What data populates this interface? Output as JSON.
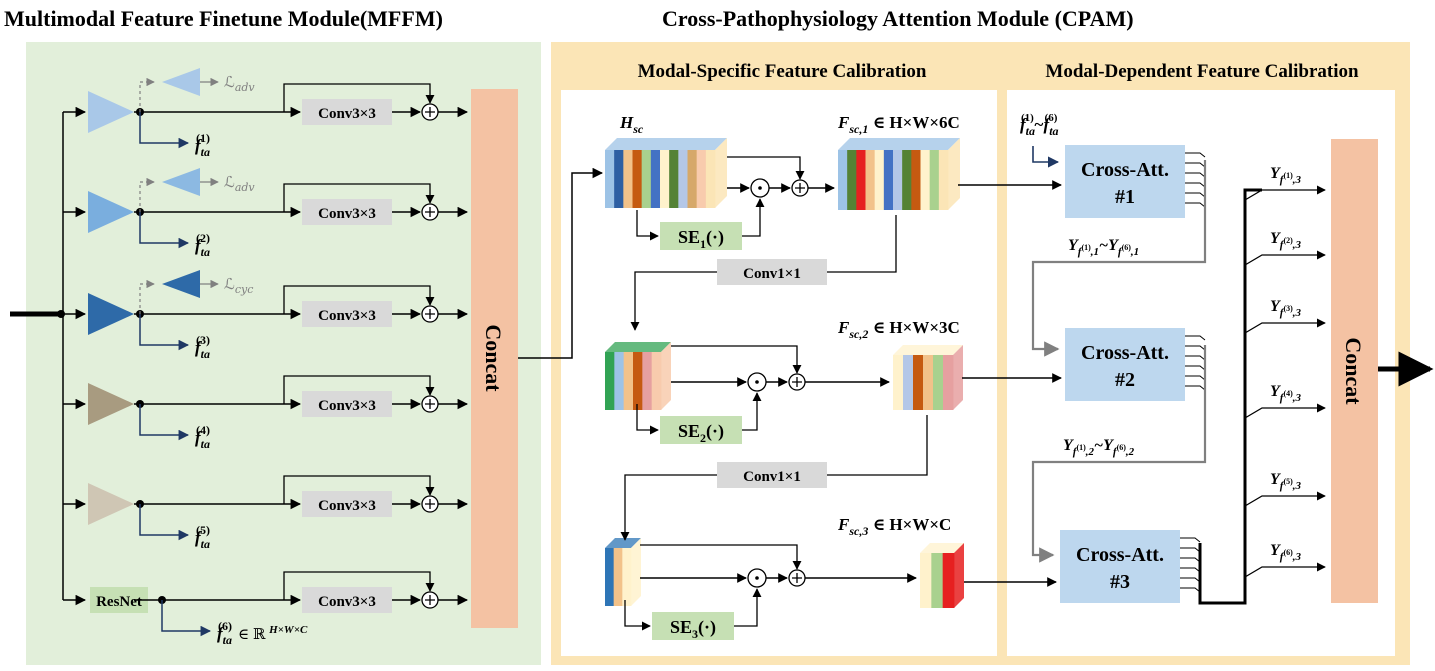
{
  "titles": {
    "mffm": "Multimodal Feature Finetune Module(MFFM)",
    "cpam": "Cross-Pathophysiology Attention Module (CPAM)",
    "msfc": "Modal-Specific Feature Calibration",
    "mdfc": "Modal-Dependent Feature Calibration"
  },
  "mffm": {
    "conv_label": "Conv3×3",
    "plus": "+",
    "concat": "Concat",
    "resnet": "ResNet",
    "loss_adv": "ℒadv",
    "loss_cyc": "ℒcyc",
    "branches": [
      {
        "color": "#a9c8e8",
        "loss": "adv",
        "loss_color": "#a9c8e8",
        "feat": "f",
        "sub": "ta",
        "sup": "(1)"
      },
      {
        "color": "#7aaede",
        "loss": "adv",
        "loss_color": "#8cb9e2",
        "feat": "f",
        "sub": "ta",
        "sup": "(2)"
      },
      {
        "color": "#2e6aa8",
        "loss": "cyc",
        "loss_color": "#2e6aa8",
        "feat": "f",
        "sub": "ta",
        "sup": "(3)"
      },
      {
        "color": "#a89b80",
        "loss": "",
        "loss_color": "",
        "feat": "f",
        "sub": "ta",
        "sup": "(4)"
      },
      {
        "color": "#cfc6b4",
        "loss": "",
        "loss_color": "",
        "feat": "f",
        "sub": "ta",
        "sup": "(5)"
      },
      {
        "color": "",
        "loss": "",
        "loss_color": "",
        "feat": "f",
        "sub": "ta",
        "sup": "(6)",
        "suffix": "∈ ℝ^{H×W×C}"
      }
    ]
  },
  "cpam": {
    "h_sc": "H",
    "h_sc_sub": "sc",
    "se_labels": [
      "SE",
      "SE",
      "SE"
    ],
    "se_subs": [
      "1",
      "2",
      "3"
    ],
    "se_suffix": "(·)",
    "conv1x1": "Conv1×1",
    "f_labels": [
      {
        "sub": "sc,1",
        "dims": "∈ H×W×6C"
      },
      {
        "sub": "sc,2",
        "dims": "∈ H×W×3C"
      },
      {
        "sub": "sc,3",
        "dims": "∈ H×W×C"
      }
    ],
    "cross_att": [
      {
        "line1": "Cross-Att.",
        "line2": "#1"
      },
      {
        "line1": "Cross-Att.",
        "line2": "#2"
      },
      {
        "line1": "Cross-Att.",
        "line2": "#3"
      }
    ],
    "f_input": "f",
    "f_input_tail": "~f",
    "y_ranges": [
      {
        "a": "Y",
        "s1": "f",
        "s1sup": "(1)",
        "s1tail": ",1",
        "mid": "~Y",
        "s2sup": "(6)",
        "s2tail": ",1"
      },
      {
        "a": "Y",
        "s1": "f",
        "s1sup": "(1)",
        "s1tail": ",2",
        "mid": "~Y",
        "s2sup": "(6)",
        "s2tail": ",2"
      }
    ],
    "outputs": [
      {
        "sup": "(1)",
        "tail": ",3"
      },
      {
        "sup": "(2)",
        "tail": ",3"
      },
      {
        "sup": "(3)",
        "tail": ",3"
      },
      {
        "sup": "(4)",
        "tail": ",3"
      },
      {
        "sup": "(5)",
        "tail": ",3"
      },
      {
        "sup": "(6)",
        "tail": ",3"
      }
    ],
    "concat": "Concat"
  },
  "colors": {
    "mffm_bg": "#e2efda",
    "cpam_bg": "#fbe5b6",
    "conv_box": "#d9d9d9",
    "se_box": "#c6e0b4",
    "cross_att": "#bdd7ee",
    "concat": "#f4c2a3",
    "navy": "#1f3864",
    "gray_line": "#808080"
  }
}
